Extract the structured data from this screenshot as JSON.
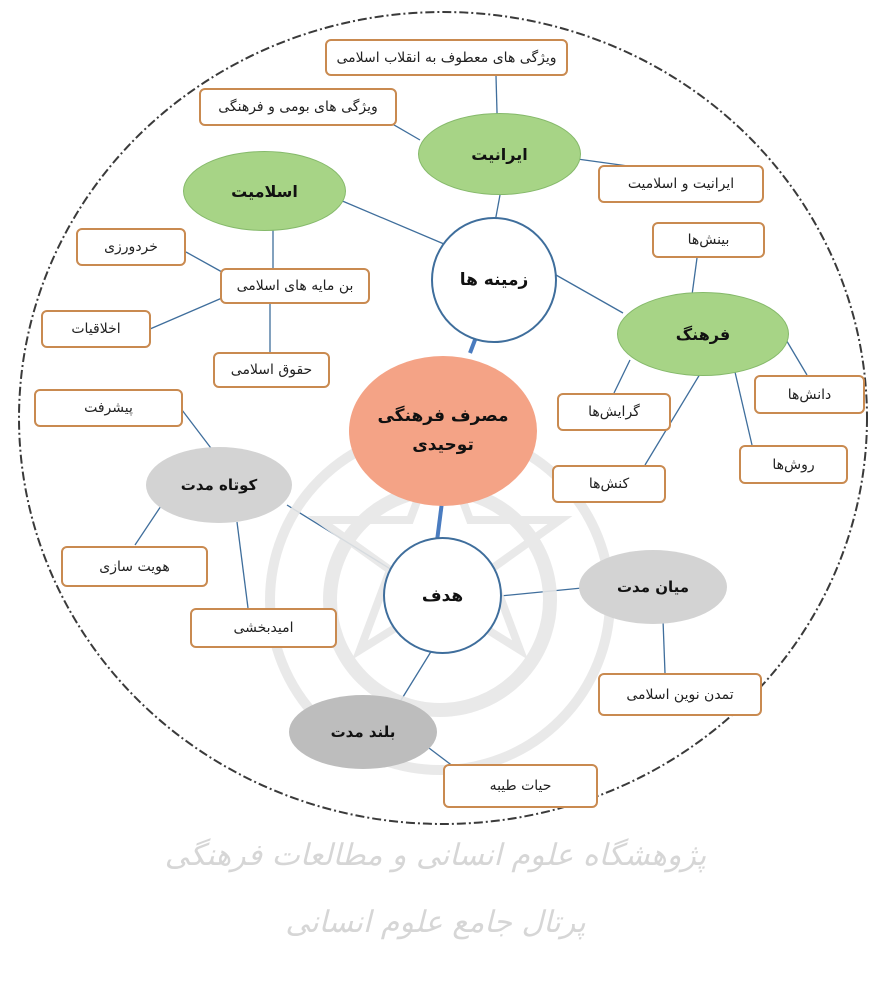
{
  "center": {
    "line1": "مصرف فرهنگی",
    "line2": "توحیدی"
  },
  "hubs": {
    "zamine": "زمینه ها",
    "hadaf": "هدف"
  },
  "categories": {
    "iraniyat": "ایرانیت",
    "islamiyat": "اسلامیت",
    "farhang": "فرهنگ",
    "kootah": "کوتاه مدت",
    "miyan": "میان مدت",
    "boland": "بلند مدت"
  },
  "boxes": {
    "vizhegi_enghelab": "ویژگی های معطوف به انقلاب اسلامی",
    "vizhegi_boomi": "ویژگی های بومی و فرهنگی",
    "iraniyat_islamiyat": "ایرانیت و اسلامیت",
    "kheradvarzi": "خردورزی",
    "bonmaye": "بن مایه های اسلامی",
    "akhlaghiyat": "اخلاقیات",
    "hoghogh": "حقوق اسلامی",
    "binesh": "بینش‌ها",
    "danesh": "دانش‌ها",
    "gerayesh": "گرایش‌ها",
    "ravesh": "روش‌ها",
    "konesh": "کنش‌ها",
    "pishraft": "پیشرفت",
    "hoviyat": "هویت سازی",
    "omidbakhshi": "امیدبخشی",
    "tamadon": "تمدن نوین اسلامی",
    "hayat": "حیات طیبه"
  },
  "watermark": {
    "line1": "پژوهشگاه علوم انسانی و مطالعات فرهنگی",
    "line2": "پرتال جامع علوم انسانی"
  },
  "colors": {
    "box_border": "#c98a50",
    "green": "#a7d486",
    "gray": "#d3d3d3",
    "center": "#f4a386",
    "hub_border": "#3f6e9c",
    "line": "#3f6e9c"
  }
}
